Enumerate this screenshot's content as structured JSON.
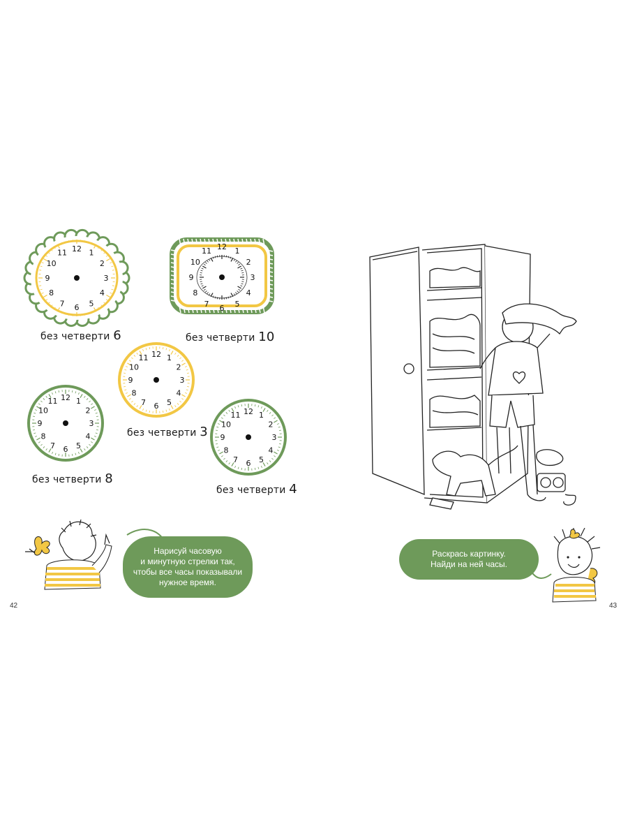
{
  "clocks": [
    {
      "caption_text": "без четверти",
      "caption_num": "6",
      "color": "#f2c744",
      "border_color": "#6e9a5a",
      "style": "scalloped"
    },
    {
      "caption_text": "без четверти",
      "caption_num": "10",
      "color": "#f2c744",
      "border_color": "#6e9a5a",
      "style": "striped-rect"
    },
    {
      "caption_text": "без четверти",
      "caption_num": "3",
      "color": "#f2c744",
      "border_color": "#f2c744",
      "style": "plain"
    },
    {
      "caption_text": "без четверти",
      "caption_num": "8",
      "color": "#6e9a5a",
      "border_color": "#6e9a5a",
      "style": "plain"
    },
    {
      "caption_text": "без четверти",
      "caption_num": "4",
      "color": "#6e9a5a",
      "border_color": "#6e9a5a",
      "style": "plain"
    }
  ],
  "clock_numbers": [
    "12",
    "1",
    "2",
    "3",
    "4",
    "5",
    "6",
    "7",
    "8",
    "9",
    "10",
    "11"
  ],
  "left_bubble": {
    "lines": [
      "Нарисуй часовую",
      "и минутную стрелки так,",
      "чтобы все часы показывали",
      "нужное время."
    ]
  },
  "right_bubble": {
    "lines": [
      "Раскрась картинку.",
      "Найди на ней часы."
    ]
  },
  "page_numbers": {
    "left": "42",
    "right": "43"
  },
  "colors": {
    "green": "#6e9a5a",
    "yellow": "#f2c744"
  }
}
